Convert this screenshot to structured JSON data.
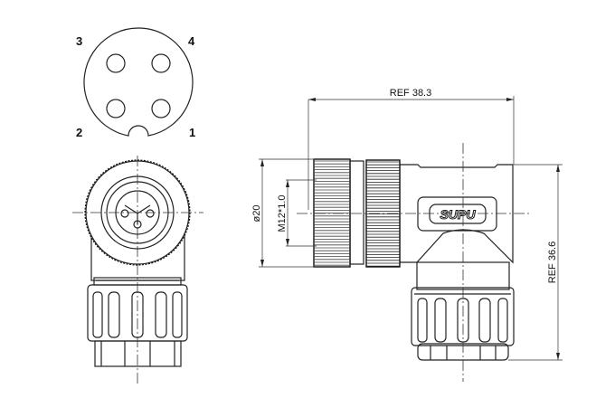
{
  "pinout": {
    "pins": [
      "1",
      "2",
      "3",
      "4"
    ]
  },
  "dimensions": {
    "width_ref": "REF  38.3",
    "height_ref": "REF  36.6",
    "diameter": "ø20",
    "thread": "M12*1.0"
  },
  "logo": "SUPU"
}
